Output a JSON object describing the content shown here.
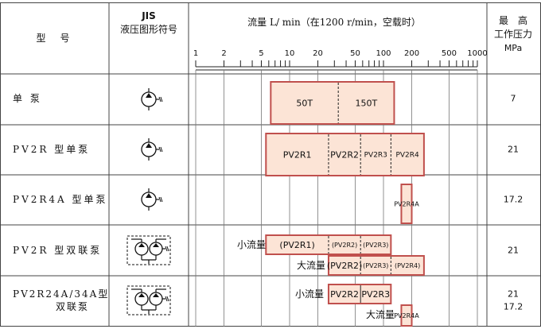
{
  "header": {
    "model": "型　号",
    "jis_line1": "JIS",
    "jis_line2": "液压图形符号",
    "flow_title": "流量  L/ min（在1200 r/min，空载时）",
    "pressure_line1": "最　高",
    "pressure_line2": "工作压力",
    "pressure_unit": "MPa"
  },
  "scale_ticks": [
    "1",
    "2",
    "5",
    "10",
    "20",
    "50",
    "100",
    "200",
    "500",
    "1000"
  ],
  "rows": [
    {
      "model": "单  泵",
      "pressure": "7"
    },
    {
      "model": "PV2R 型单泵",
      "pressure": "21"
    },
    {
      "model": "PV2R4A 型单泵",
      "pressure": "17.2"
    },
    {
      "model": "PV2R 型双联泵",
      "pressure": "21"
    },
    {
      "model_line1": "PV2R24A/34A型",
      "model_line2": "双联泵",
      "pressure_line1": "21",
      "pressure_line2": "17.2"
    }
  ],
  "bars": {
    "r1": {
      "a": "50T",
      "b": "150T"
    },
    "r2": {
      "a": "PV2R1",
      "b": "PV2R2",
      "c": "PV2R3",
      "d": "PV2R4"
    },
    "r3": {
      "a": "PV2R4A"
    },
    "r4_top": {
      "label": "小流量",
      "a": "(PV2R1)",
      "b": "(PV2R2)",
      "c": "(PV2R3)"
    },
    "r4_bot": {
      "label": "大流量",
      "a": "(PV2R2)",
      "b": "(PV2R3)",
      "c": "(PV2R4)"
    },
    "r5_top": {
      "label": "小流量",
      "a": "PV2R2",
      "b": "PV2R3"
    },
    "r5_bot": {
      "label": "大流量",
      "a": "PV2R4A"
    }
  },
  "colors": {
    "border": "#c0504d",
    "fill": "#fce4d6",
    "line": "#444444"
  }
}
